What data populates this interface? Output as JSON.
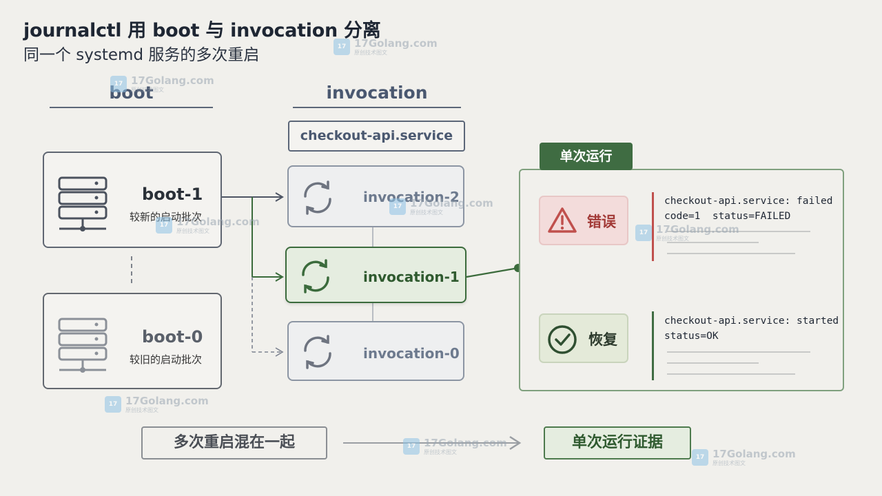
{
  "title": "journalctl 用 boot 与 invocation 分离",
  "subtitle": "同一个 systemd 服务的多次重启",
  "boot_column": {
    "heading": "boot",
    "items": [
      {
        "name": "boot-1",
        "desc": "较新的启动批次"
      },
      {
        "name": "boot-0",
        "desc": "较旧的启动批次"
      }
    ]
  },
  "invocation_column": {
    "heading": "invocation",
    "service": "checkout-api.service",
    "items": [
      {
        "name": "invocation-2"
      },
      {
        "name": "invocation-1"
      },
      {
        "name": "invocation-0"
      }
    ]
  },
  "panel": {
    "tag": "单次运行",
    "error": {
      "label": "错误",
      "log": "checkout-api.service: failed\ncode=1  status=FAILED"
    },
    "recover": {
      "label": "恢复",
      "log": "checkout-api.service: started\nstatus=OK"
    }
  },
  "flow": {
    "from": "多次重启混在一起",
    "to": "单次运行证据"
  },
  "watermark": {
    "text": "17Golang.com",
    "sub": "原创技术图文"
  },
  "colors": {
    "accent_green": "#3f6c42",
    "error_red": "#c0504d",
    "neutral_gray": "#5f6672"
  }
}
